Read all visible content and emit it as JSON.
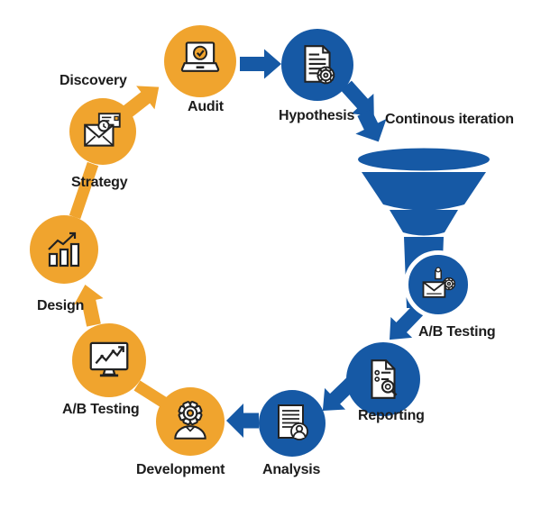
{
  "diagram": {
    "type": "cycle-process-diagram",
    "subject": "A/B testing and continuous iteration process cycle",
    "background": "#ffffff",
    "colors": {
      "orange": "#F0A42E",
      "blue": "#1659A5",
      "label": "#1c1c1c",
      "icon_outline": "#222222",
      "icon_fill": "#ffffff"
    },
    "steps": [
      {
        "label": "Discovery",
        "icon": "envelope-clock-icon",
        "color": "orange"
      },
      {
        "label": "Audit",
        "icon": "laptop-check-icon",
        "color": "orange"
      },
      {
        "label": "Hypothesis",
        "icon": "document-gear-icon",
        "color": "blue"
      },
      {
        "label": "Continous iteration",
        "icon": "funnel-shape",
        "color": "blue"
      },
      {
        "label": "A/B Testing",
        "icon": "envelope-gears-icon",
        "color": "blue"
      },
      {
        "label": "Reporting",
        "icon": "document-magnifier-icon",
        "color": "blue"
      },
      {
        "label": "Analysis",
        "icon": "document-person-icon",
        "color": "blue"
      },
      {
        "label": "Development",
        "icon": "gear-person-icon",
        "color": "orange"
      },
      {
        "label": "A/B Testing",
        "icon": "monitor-chart-icon",
        "color": "orange"
      },
      {
        "label": "Design",
        "icon": "bar-chart-icon",
        "color": "orange"
      },
      {
        "label": "Strategy",
        "icon": "envelope-clock-icon",
        "color": "orange"
      }
    ]
  }
}
